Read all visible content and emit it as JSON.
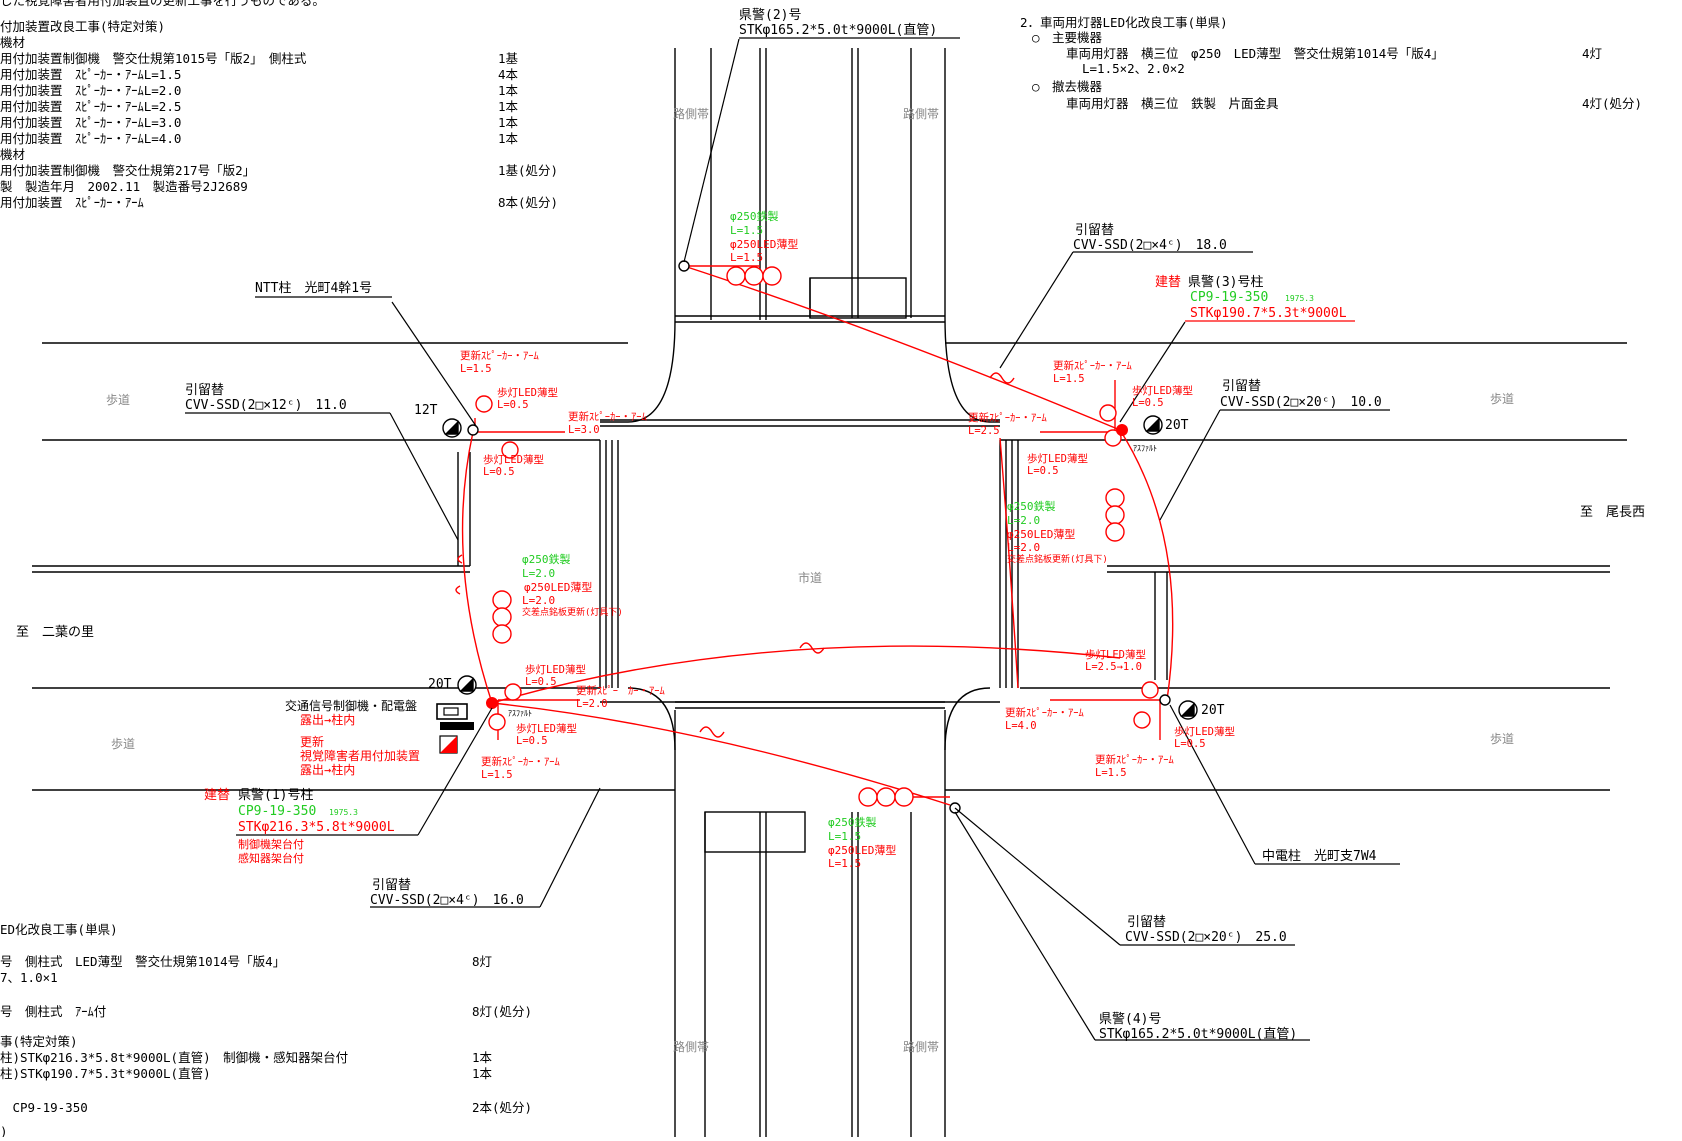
{
  "colors": {
    "ink": "#000000",
    "red": "#ff0000",
    "green": "#22cc22",
    "gray": "#888888"
  },
  "top_left_spec": [
    "した視覚障害者用付加装置の更新工事を行うものである。",
    "付加装置改良工事(特定対策)",
    "機材",
    "用付加装置制御機　警交仕規第1015号「版2」　側柱式",
    "用付加装置　ｽﾋﾟｰｶｰ・ｱｰﾑL=1.5",
    "用付加装置　ｽﾋﾟｰｶｰ・ｱｰﾑL=2.0",
    "用付加装置　ｽﾋﾟｰｶｰ・ｱｰﾑL=2.5",
    "用付加装置　ｽﾋﾟｰｶｰ・ｱｰﾑL=3.0",
    "用付加装置　ｽﾋﾟｰｶｰ・ｱｰﾑL=4.0",
    "機材",
    "用付加装置制御機　警交仕規第217号「版2」",
    "製　製造年月　2002.11　製造番号2J2689",
    "用付加装置　ｽﾋﾟｰｶｰ・ｱｰﾑ"
  ],
  "top_left_qty": [
    "",
    "",
    "",
    "1基",
    "4本",
    "1本",
    "1本",
    "1本",
    "1本",
    "",
    "1基(処分)",
    "",
    "8本(処分)"
  ],
  "top_right_spec": [
    "2．車両用灯器LED化改良工事(単県)",
    "○　主要機器",
    "車両用灯器　横三位　φ250　LED薄型　警交仕規第1014号「版4」",
    "L=1.5×2、2.0×2",
    "○　撤去機器",
    "車両用灯器　横三位　鉄製　片面金具"
  ],
  "top_right_qty": [
    "",
    "",
    "4灯",
    "",
    "",
    "4灯(処分)"
  ],
  "bottom_left_spec": [
    "ED化改良工事(単県)",
    "号　側柱式　LED薄型　警交仕規第1014号「版4」",
    "7、1.0×1",
    "号　側柱式　ｱｰﾑ付",
    "事(特定対策)",
    "柱)STKφ216.3*5.8t*9000L(直管)　制御機・感知器架台付",
    "柱)STKφ190.7*5.3t*9000L(直管)",
    "　CP9-19-350",
    ")"
  ],
  "bottom_left_qty": [
    "",
    "8灯",
    "",
    "8灯(処分)",
    "",
    "1本",
    "1本",
    "2本(処分)",
    ""
  ],
  "road_labels": {
    "walkway": "歩道",
    "city_road": "市道",
    "shoulder": "路側帯",
    "to_west": "至　二葉の里",
    "to_east": "至　尾長西",
    "asphalt": "ｱｽﾌｧﾙﾄ"
  },
  "poles": {
    "p2": {
      "name": "県警(2)号",
      "spec": "STKφ165.2*5.0t*9000L(直管)"
    },
    "p3": {
      "mark": "建替",
      "name": "県警(3)号柱",
      "cp": "CP9-19-350",
      "year": "1975.3",
      "spec": "STKφ190.7*5.3t*9000L"
    },
    "p1": {
      "mark": "建替",
      "name": "県警(1)号柱",
      "cp": "CP9-19-350",
      "year": "1975.3",
      "spec": "STKφ216.3*5.8t*9000L",
      "note1": "制御機架台付",
      "note2": "感知器架台付"
    },
    "p4": {
      "name": "県警(4)号",
      "spec": "STKφ165.2*5.0t*9000L(直管)"
    },
    "ntt": "NTT柱　光町4幹1号",
    "chuden": "中電柱　光町支7W4"
  },
  "cables": {
    "label": "引留替",
    "c_ne": "CVV-SSD(2□×4ᶜ)　18.0",
    "c_w": "CVV-SSD(2□×12ᶜ)　11.0",
    "c_e": "CVV-SSD(2□×20ᶜ)　10.0",
    "c_sw": "CVV-SSD(2□×4ᶜ)　16.0",
    "c_se": "CVV-SSD(2□×20ᶜ)　25.0"
  },
  "transformers": {
    "t12": "12T",
    "t20a": "20T",
    "t20b": "20T",
    "t20c": "20T"
  },
  "signals": {
    "iron": "φ250鉄製",
    "led": "φ250LED薄型",
    "l15": "L=1.5",
    "l20": "L=2.0",
    "plate_note": "交差点銘板更新(灯具下)"
  },
  "arms": {
    "upd": "更新ｽﾋﾟｰｶｰ・ｱｰﾑ",
    "upd_cut1": "更新ｽﾋﾟｰ",
    "upd_cut2": "ｶｰ・ｱｰﾑ",
    "walk": "歩灯LED薄型",
    "l05": "L=0.5",
    "l15": "L=1.5",
    "l20": "L=2.0",
    "l25": "L=2.5",
    "l30": "L=3.0",
    "l40": "L=4.0",
    "l25to10": "L=2.5→1.0"
  },
  "controller": {
    "title": "交通信号制御機・配電盤",
    "exposed": "露出→柱内",
    "update": "更新",
    "device": "視覚障害者用付加装置",
    "exposed2": "露出→柱内"
  }
}
